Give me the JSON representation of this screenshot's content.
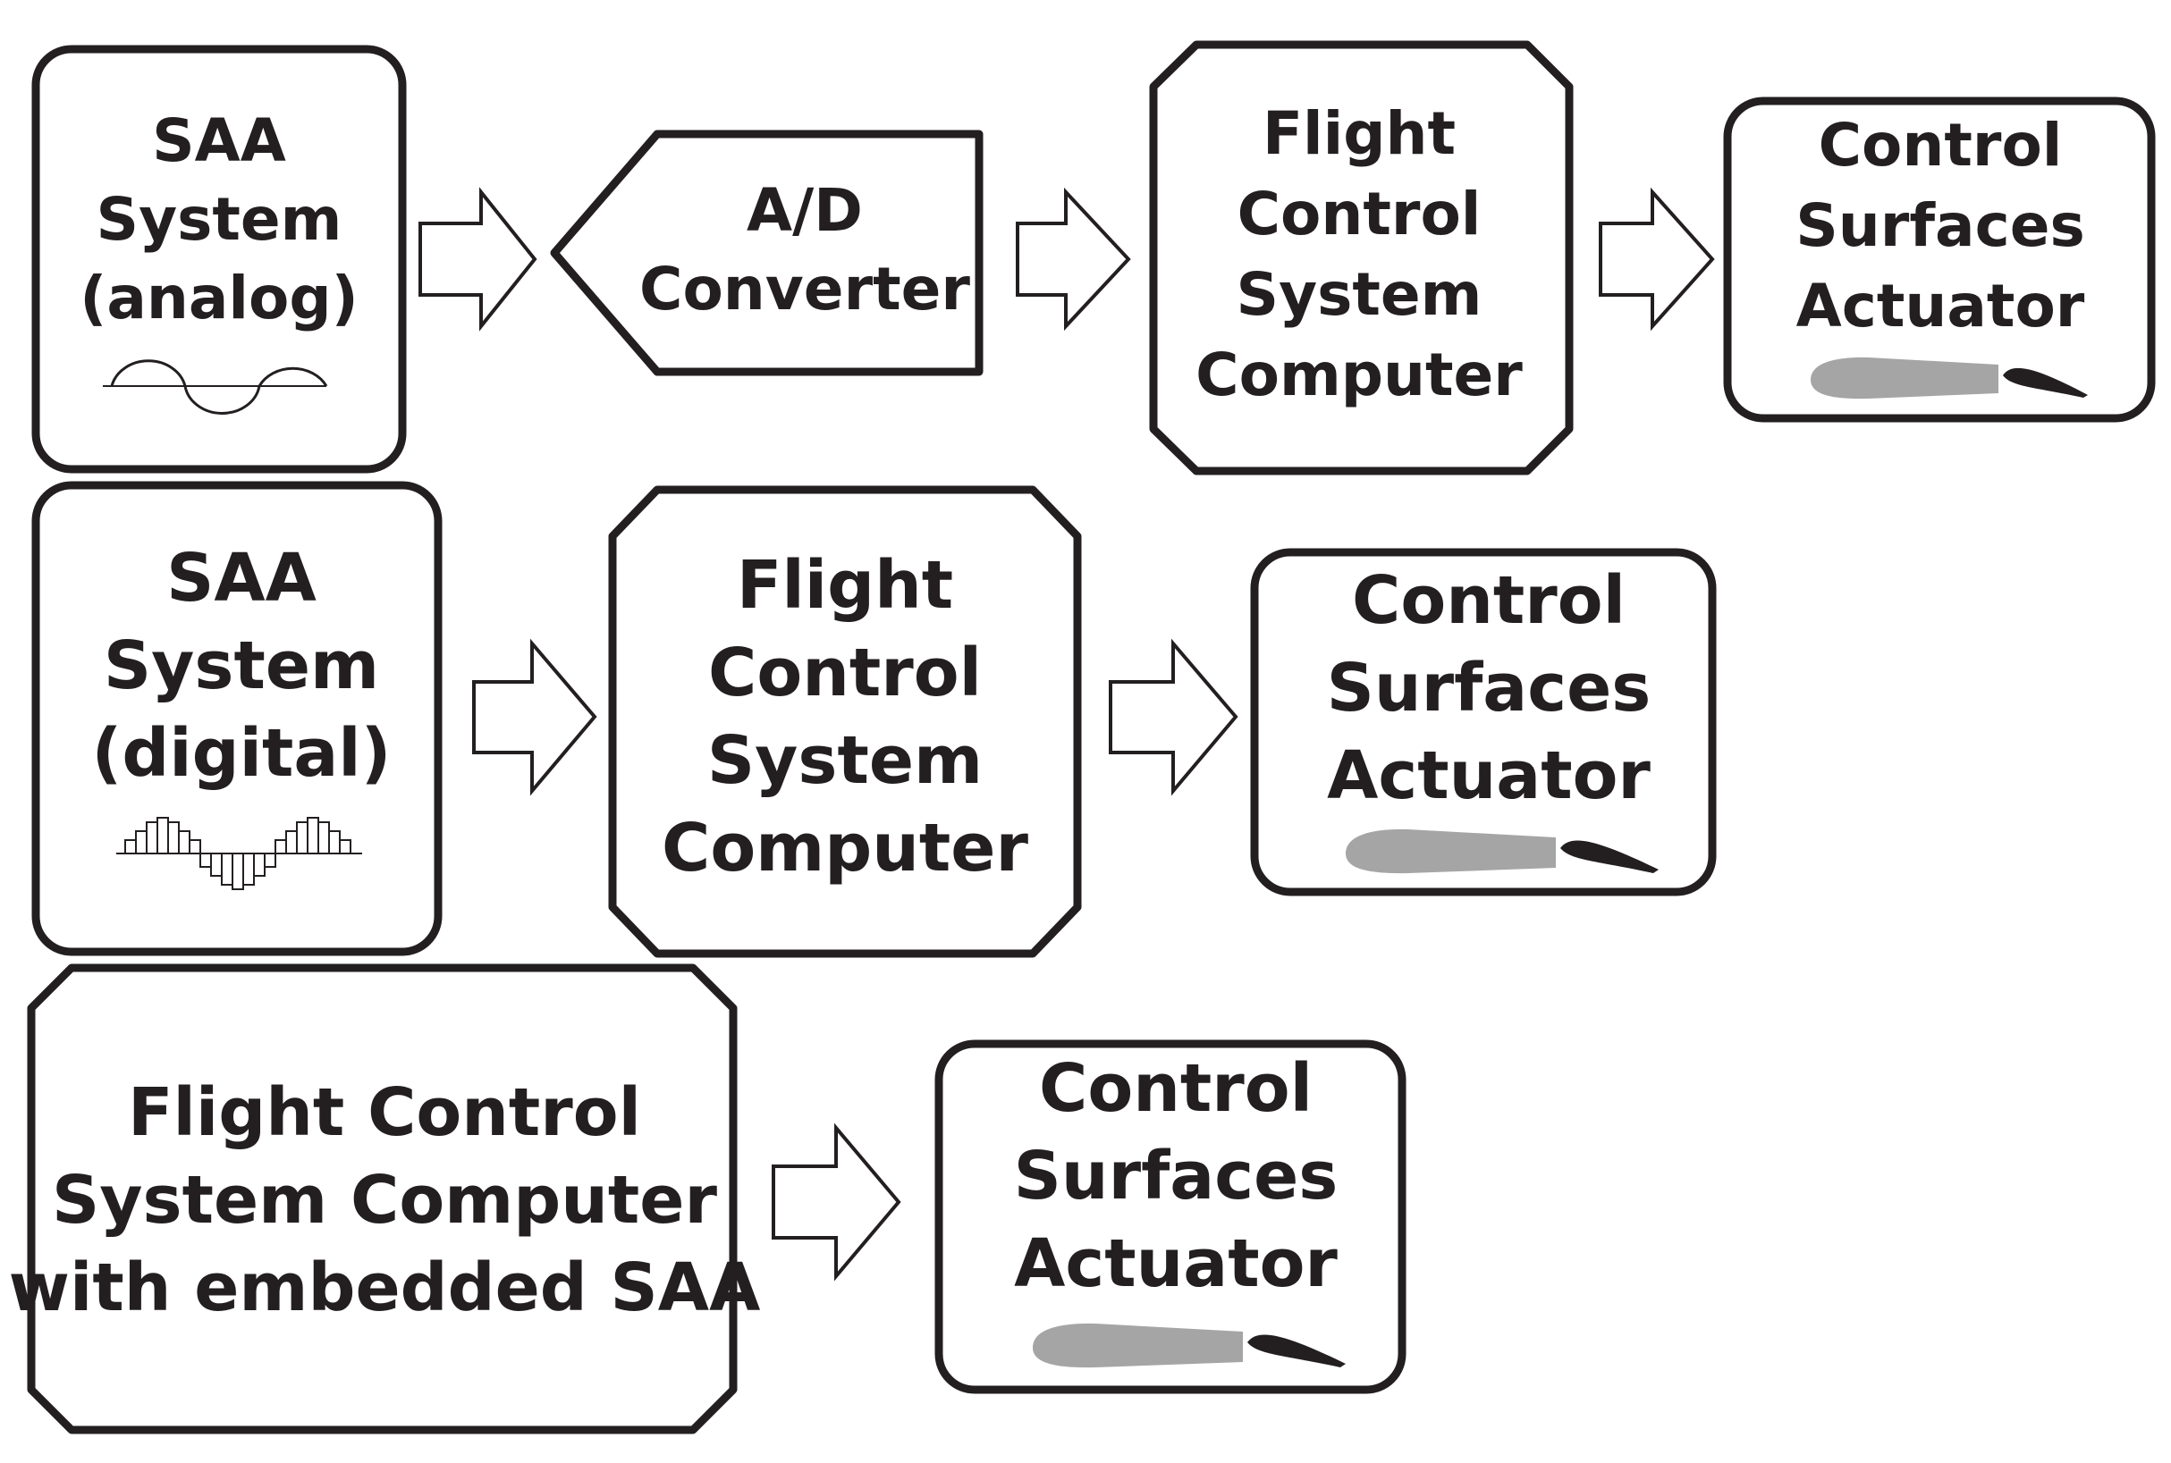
{
  "rows": [
    {
      "nodes": [
        {
          "id": "saa-analog",
          "lines": [
            "SAA",
            "System",
            "(analog)"
          ],
          "signal": "analog-wave"
        },
        {
          "id": "ad-converter",
          "lines": [
            "A/D",
            "Converter"
          ]
        },
        {
          "id": "fcs-computer-1",
          "lines": [
            "Flight",
            "Control",
            "System",
            "Computer"
          ]
        },
        {
          "id": "actuator-1",
          "lines": [
            "Control",
            "Surfaces",
            "Actuator"
          ],
          "icon": "airfoil-icon"
        }
      ]
    },
    {
      "nodes": [
        {
          "id": "saa-digital",
          "lines": [
            "SAA",
            "System",
            "(digital)"
          ],
          "signal": "digital-wave"
        },
        {
          "id": "fcs-computer-2",
          "lines": [
            "Flight",
            "Control",
            "System",
            "Computer"
          ]
        },
        {
          "id": "actuator-2",
          "lines": [
            "Control",
            "Surfaces",
            "Actuator"
          ],
          "icon": "airfoil-icon"
        }
      ]
    },
    {
      "nodes": [
        {
          "id": "fcs-embedded",
          "lines": [
            "Flight Control",
            "System Computer",
            "with embedded SAA"
          ]
        },
        {
          "id": "actuator-3",
          "lines": [
            "Control",
            "Surfaces",
            "Actuator"
          ],
          "icon": "airfoil-icon"
        }
      ]
    }
  ],
  "colors": {
    "ink": "#231f20",
    "airfoil_light": "#a5a5a5",
    "airfoil_dark": "#231f20"
  }
}
